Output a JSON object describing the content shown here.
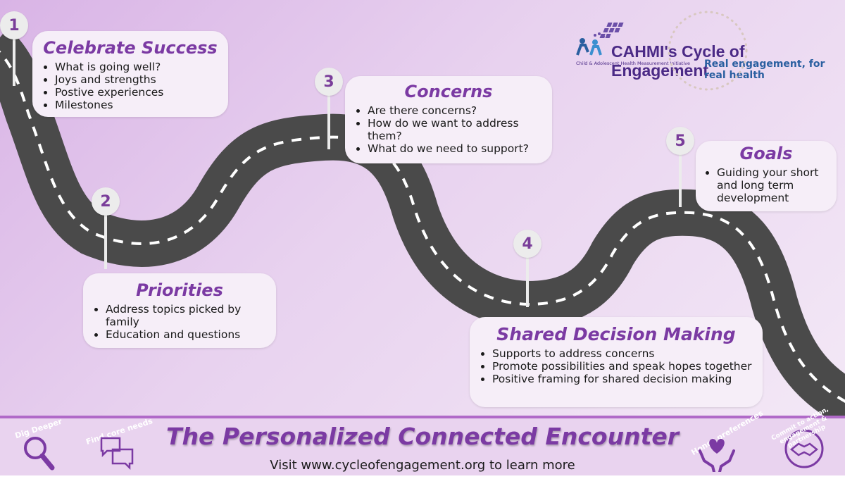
{
  "colors": {
    "road": "#4a4a4a",
    "road_dash": "#ffffff",
    "accent_purple": "#7b3aa3",
    "card_bg": "#f6eef8",
    "pin_bg": "#ececec",
    "footer_bg": "#e9d3ef"
  },
  "logo": {
    "title": "CAHMI's Cycle of Engagement",
    "subtitle": "Child & Adolescent Health Measurement Initiative",
    "tagline": "Real engagement, for real health",
    "icon": "people-grid-logo-icon"
  },
  "steps": [
    {
      "number": "1",
      "title": "Celebrate Success",
      "items": [
        "What is going well?",
        "Joys and strengths",
        "Postive experiences",
        "Milestones"
      ]
    },
    {
      "number": "2",
      "title": "Priorities",
      "items": [
        "Address topics picked by family",
        "Education and questions"
      ]
    },
    {
      "number": "3",
      "title": "Concerns",
      "items": [
        "Are there concerns?",
        "How do we want to address them?",
        "What do we need to support?"
      ]
    },
    {
      "number": "4",
      "title": "Shared Decision Making",
      "items": [
        "Supports to address concerns",
        "Promote possibilities and speak hopes together",
        "Positive framing for shared decision making"
      ]
    },
    {
      "number": "5",
      "title": "Goals",
      "items": [
        "Guiding your short and long term development"
      ]
    }
  ],
  "footer": {
    "title": "The Personalized Connected Encounter",
    "subtitle": "Visit www.cycleofengagement.org to learn more",
    "icons": [
      {
        "label": "Dig Deeper",
        "icon": "magnifier-icon"
      },
      {
        "label": "Find core needs",
        "icon": "chat-bubbles-icon"
      },
      {
        "label": "Honor preferences",
        "icon": "heart-hands-icon"
      },
      {
        "label": "Commit to action, engagement & partnership",
        "icon": "handshake-icon"
      }
    ]
  }
}
